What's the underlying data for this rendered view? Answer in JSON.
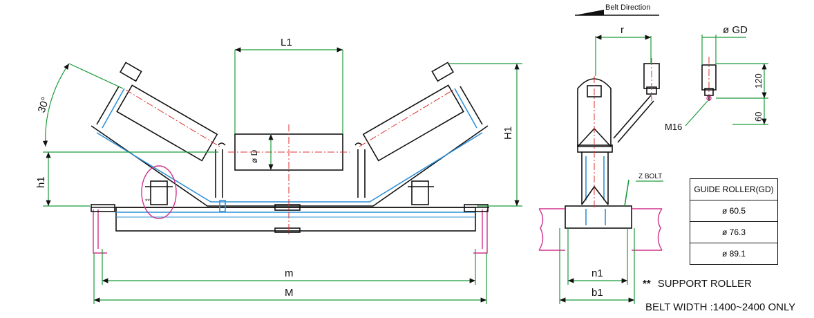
{
  "front_view": {
    "label_L1": "L1",
    "label_30deg": "30°",
    "label_H1": "H1",
    "label_h1": "h1",
    "label_phiD": "ø D",
    "label_m": "m",
    "label_M": "M",
    "mark_double_star": "**"
  },
  "side_view": {
    "belt_direction": "Belt Direction",
    "label_r": "r",
    "label_phiGD": "ø GD",
    "label_120": "120",
    "label_60": "60",
    "label_M16": "M16",
    "label_zbolt": "Z BOLT",
    "label_n1": "n1",
    "label_b1": "b1"
  },
  "guide_table": {
    "header": "GUIDE ROLLER(GD)",
    "rows": [
      "ø 60.5",
      "ø 76.3",
      "ø 89.1"
    ]
  },
  "notes": {
    "stars": "**",
    "support_roller": "SUPPORT ROLLER",
    "belt_width": "BELT WIDTH :1400~2400 ONLY"
  },
  "colors": {
    "outline": "#111111",
    "dimension": "#1a9a3a",
    "centerline": "#e03030",
    "belt": "#2f8fd6",
    "highlight": "#d0308a"
  }
}
